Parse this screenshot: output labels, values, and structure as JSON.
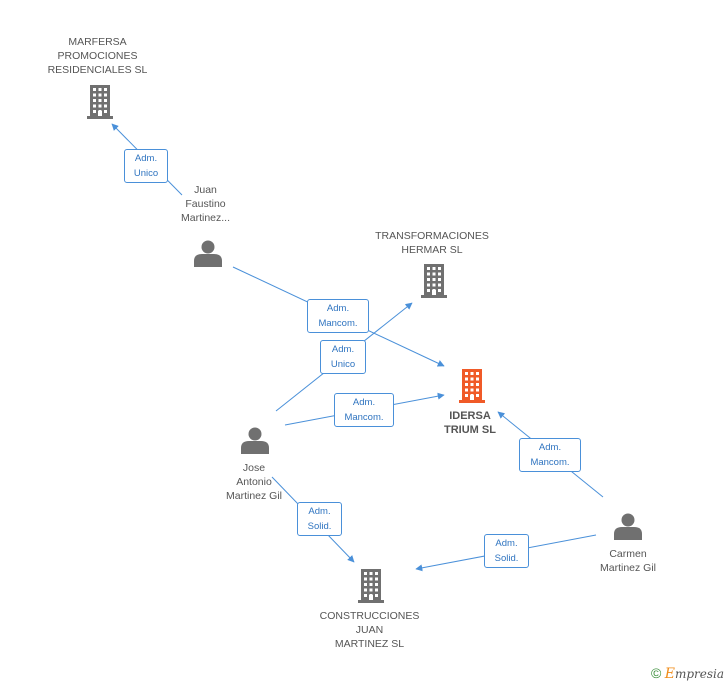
{
  "nodes": [
    {
      "id": "marfersa",
      "kind": "company",
      "lines": [
        "MARFERSA",
        "PROMOCIONES",
        "RESIDENCIALES SL"
      ]
    },
    {
      "id": "juan",
      "kind": "person",
      "lines": [
        "Juan",
        "Faustino",
        "Martinez..."
      ]
    },
    {
      "id": "hermar",
      "kind": "company",
      "lines": [
        "TRANSFORMACIONES",
        "HERMAR SL"
      ]
    },
    {
      "id": "idersa",
      "kind": "company-main",
      "lines": [
        "IDERSA",
        "TRIUM SL"
      ]
    },
    {
      "id": "jose",
      "kind": "person",
      "lines": [
        "Jose",
        "Antonio",
        "Martinez Gil"
      ]
    },
    {
      "id": "carmen",
      "kind": "person",
      "lines": [
        "Carmen",
        "Martinez Gil"
      ]
    },
    {
      "id": "construcciones",
      "kind": "company",
      "lines": [
        "CONSTRUCCIONES",
        "JUAN",
        "MARTINEZ SL"
      ]
    }
  ],
  "edges": [
    {
      "id": "juan-marfersa",
      "lines": [
        "Adm.",
        "Unico"
      ]
    },
    {
      "id": "juan-idersa",
      "lines": [
        "Adm.",
        "Mancom."
      ]
    },
    {
      "id": "jose-hermar",
      "lines": [
        "Adm.",
        "Unico"
      ]
    },
    {
      "id": "jose-idersa",
      "lines": [
        "Adm.",
        "Mancom."
      ]
    },
    {
      "id": "carmen-idersa",
      "lines": [
        "Adm.",
        "Mancom."
      ]
    },
    {
      "id": "jose-construcciones",
      "lines": [
        "Adm.",
        "Solid."
      ]
    },
    {
      "id": "carmen-construcciones",
      "lines": [
        "Adm.",
        "Solid."
      ]
    }
  ],
  "colors": {
    "company": "#707070",
    "main": "#f05a28",
    "person": "#707070",
    "edge": "#4a90d9"
  },
  "footer": {
    "copyright": "©",
    "brand_first": "E",
    "brand_rest": "mpresia"
  }
}
